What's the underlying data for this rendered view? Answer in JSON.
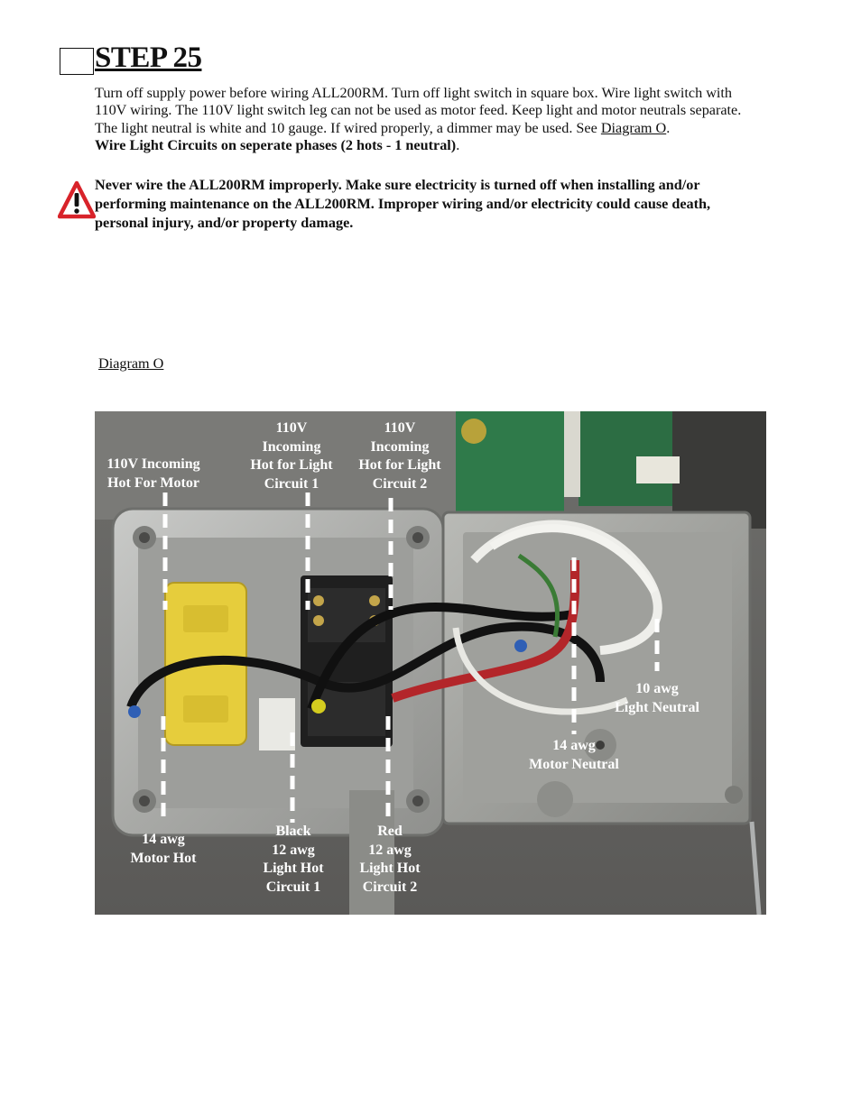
{
  "step": {
    "title": "STEP 25"
  },
  "paragraph": {
    "line1": "Turn off supply power before wiring ALL200RM.  Turn off light switch in square box.  Wire light switch with 110V wiring.  The 110V light switch leg can not be used as motor feed.  Keep light and motor neutrals separate.  The light neutral is white and 10 gauge. If wired properly, a dimmer may be used.  See ",
    "link": "Diagram O",
    "period": ".",
    "bold": "Wire Light Circuits on seperate phases (2 hots - 1 neutral)",
    "end": "."
  },
  "warning": {
    "icon": "warning-triangle-icon",
    "text": "Never wire the ALL200RM improperly.  Make sure electricity is turned off when installing and/or performing maintenance on the ALL200RM.  Improper wiring and/or electricity could cause death, personal injury, and/or property damage."
  },
  "diagram": {
    "label": "Diagram O",
    "callouts": {
      "motor_incoming": [
        "110V Incoming",
        "Hot For Motor"
      ],
      "light1_incoming": [
        "110V",
        "Incoming",
        "Hot for Light",
        "Circuit 1"
      ],
      "light2_incoming": [
        "110V",
        "Incoming",
        "Hot for Light",
        "Circuit 2"
      ],
      "light_neutral": [
        "10 awg",
        "Light Neutral"
      ],
      "motor_neutral": [
        "14 awg",
        "Motor Neutral"
      ],
      "motor_hot": [
        "14 awg",
        "Motor Hot"
      ],
      "light_hot_1": [
        "Black",
        "12 awg",
        "Light Hot",
        "Circuit 1"
      ],
      "light_hot_2": [
        "Red",
        "12 awg",
        "Light Hot",
        "Circuit 2"
      ]
    }
  }
}
